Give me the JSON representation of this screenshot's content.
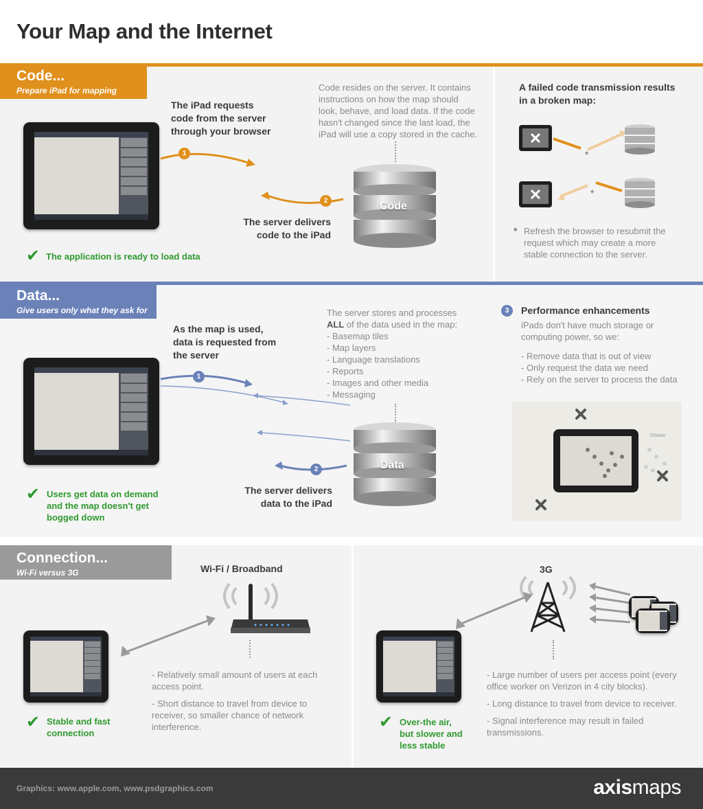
{
  "title": "Your Map and the Internet",
  "code": {
    "heading": "Code...",
    "subheading": "Prepare iPad for mapping",
    "request_lines": [
      "The iPad requests",
      "code from the server",
      "through your browser"
    ],
    "server_desc_lines": [
      "Code resides on the server. It contains",
      "instructions on how the map should",
      "look, behave, and load data. If the code",
      "hasn't changed since the last load, the",
      "iPad will use a copy stored in the cache."
    ],
    "deliver_lines": [
      "The server delivers",
      "code to the iPad"
    ],
    "db_label": "Code",
    "step1": "1",
    "step2": "2",
    "result": "The application is ready to load data",
    "failed_lines": [
      "A failed code transmission results",
      "in a broken map:"
    ],
    "asterisk": "*",
    "refresh_lines": [
      "Refresh the browser to resubmit the",
      "request which may create a more",
      "stable connection to the server."
    ]
  },
  "data": {
    "heading": "Data...",
    "subheading": "Give users only what they ask for",
    "request_lines": [
      "As the map is used,",
      "data is requested from",
      "the server"
    ],
    "store_line1": "The server stores and processes",
    "store_all": "ALL",
    "store_line2_rest": " of the data used in the map:",
    "items": [
      "- Basemap tiles",
      "- Map layers",
      "- Language translations",
      "- Reports",
      "- Images and other media",
      "- Messaging"
    ],
    "deliver_lines": [
      "The server delivers",
      "data to the iPad"
    ],
    "db_label": "Data",
    "step1": "1",
    "step2": "2",
    "result_lines": [
      "Users get data on demand",
      "and the map doesn't get",
      "bogged down"
    ],
    "perf_num": "3",
    "perf_title": "Performance enhancements",
    "perf_desc_lines": [
      "iPads don't have much storage or",
      "computing power, so we:"
    ],
    "perf_items": [
      "- Remove data that is out of view",
      "- Only request the data we need",
      "- Rely on the server to process the data"
    ],
    "map_label_ottawa": "Ottawa"
  },
  "connection": {
    "heading": "Connection...",
    "subheading": "Wi-Fi versus 3G",
    "wifi_title": "Wi-Fi / Broadband",
    "wifi_points": [
      [
        "- Relatively small amount of users at each",
        "access point."
      ],
      [
        "- Short distance to travel from device to",
        "receiver, so smaller chance of network",
        "interference."
      ]
    ],
    "wifi_result_lines": [
      "Stable and fast",
      "connection"
    ],
    "g3_title": "3G",
    "g3_points": [
      [
        "- Large number of users per access point (every",
        "office worker on Verizon in 4 city blocks)."
      ],
      [
        "- Long distance to travel from device to receiver."
      ],
      [
        "- Signal interference may result in failed",
        "transmissions."
      ]
    ],
    "g3_result_lines": [
      "Over-the air,",
      "but slower and",
      "less stable"
    ]
  },
  "footer": {
    "credit": "Graphics: www.apple.com, www.psdgraphics.com",
    "brand_a": "axis",
    "brand_b": "maps"
  },
  "colors": {
    "code_accent": "#e0901c",
    "data_accent": "#6a82b8",
    "connection_accent": "#9a9a9a",
    "check_green": "#2f9a2f"
  },
  "icons": [
    "check-icon",
    "database-icon",
    "ipad-icon",
    "error-x-icon",
    "wifi-router-icon",
    "cell-tower-icon",
    "signal-waves-icon"
  ]
}
